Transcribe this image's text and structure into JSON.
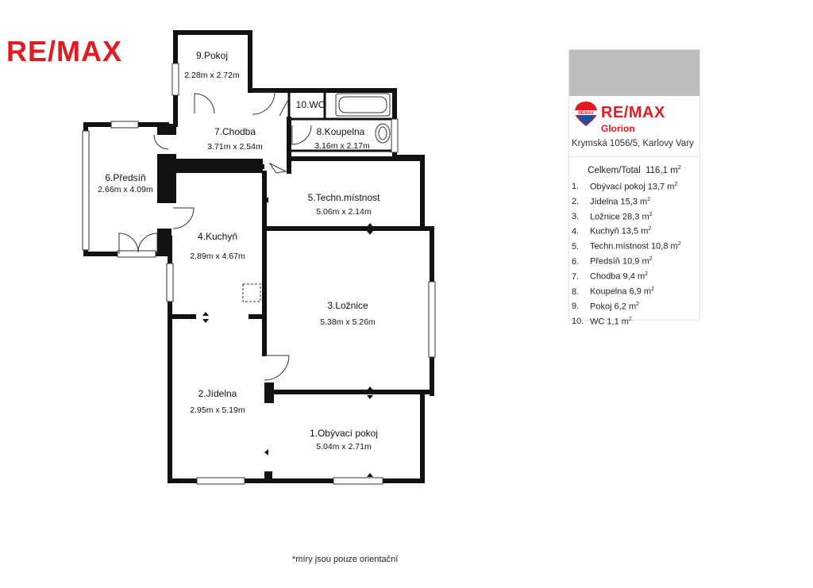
{
  "brand": {
    "logo_text": "RE/MAX",
    "office": "Glorion",
    "accent_color": "#e11b22",
    "balloon_text": "RE/MAX",
    "balloon_colors": [
      "#e11b22",
      "#ffffff",
      "#1f4e9e"
    ]
  },
  "address": "Krymská 1056/5, Karlovy Vary",
  "summary": {
    "total_label": "Celkem/Total",
    "total_value": "116,1",
    "unit": "m",
    "unit_exp": "2"
  },
  "rooms": [
    {
      "num": "1.",
      "name": "Obývací pokoj",
      "area": "13,7",
      "plan_label": "1.Obývací pokoj",
      "dims": "5.04m x 2.71m"
    },
    {
      "num": "2.",
      "name": "Jídelna",
      "area": "15,3",
      "plan_label": "2.Jídelna",
      "dims": "2.95m x 5.19m"
    },
    {
      "num": "3.",
      "name": "Ložnice",
      "area": "28,3",
      "plan_label": "3.Ložnice",
      "dims": "5.38m x 5.26m"
    },
    {
      "num": "4.",
      "name": "Kuchyň",
      "area": "13,5",
      "plan_label": "4.Kuchyň",
      "dims": "2.89m x 4.67m"
    },
    {
      "num": "5.",
      "name": "Techn.místnost",
      "area": "10,8",
      "plan_label": "5.Techn.místnost",
      "dims": "5.06m x 2.14m"
    },
    {
      "num": "6.",
      "name": "Předsíň",
      "area": "10,9",
      "plan_label": "6.Předsíň",
      "dims": "2.66m x 4.09m"
    },
    {
      "num": "7.",
      "name": "Chodba",
      "area": "9,4",
      "plan_label": "7.Chodba",
      "dims": "3.71m x 2.54m"
    },
    {
      "num": "8.",
      "name": "Koupelna",
      "area": "6,9",
      "plan_label": "8.Koupelna",
      "dims": "3.16m x 2.17m"
    },
    {
      "num": "9.",
      "name": "Pokoj",
      "area": "6,2",
      "plan_label": "9.Pokoj",
      "dims": "2.28m x 2.72m"
    },
    {
      "num": "10.",
      "name": "WC",
      "area": "1,1",
      "plan_label": "10.WC",
      "dims": ""
    }
  ],
  "note": "*míry jsou pouze orientační"
}
